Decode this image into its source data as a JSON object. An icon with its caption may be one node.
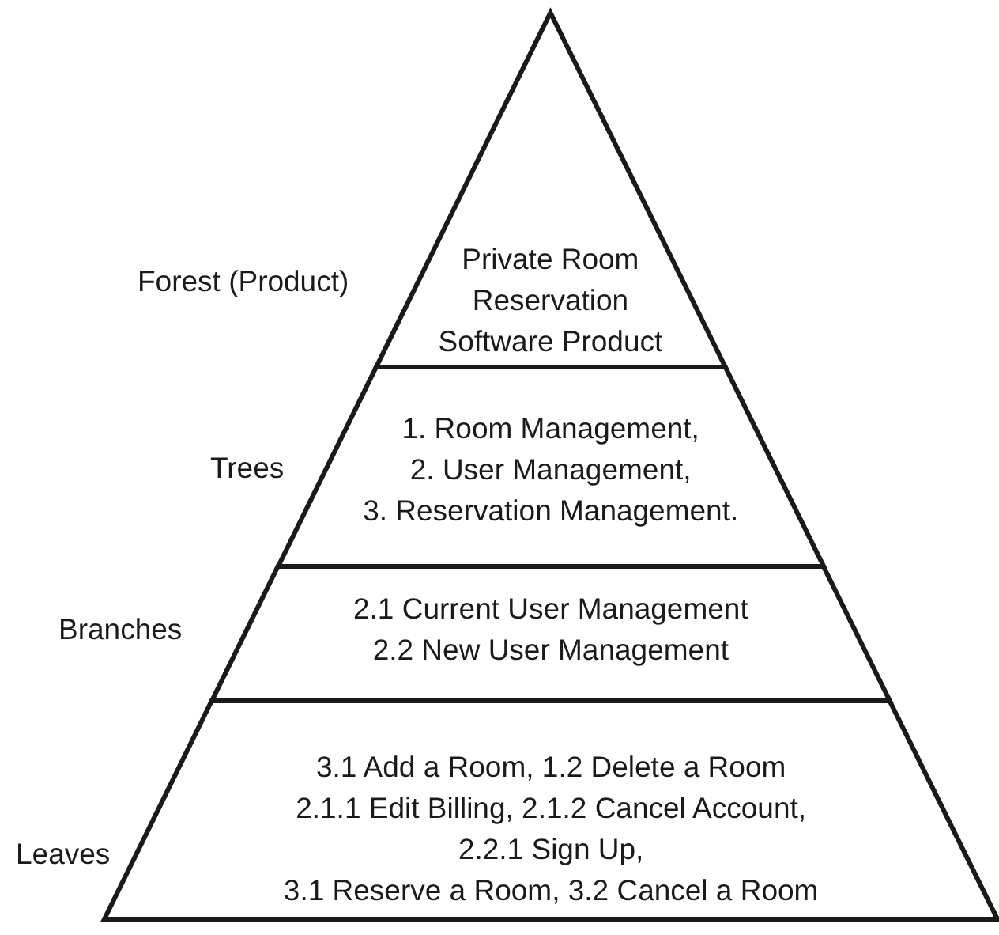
{
  "diagram": {
    "nodes": [
      {
        "text": [
          "Private Room Reservation Software Product"
        ],
        "beside": [
          "Forest (Product)"
        ]
      },
      {
        "text": [
          "1. Room Management, 2. User Management, 3. Reservation Management."
        ],
        "beside": [
          "Trees"
        ]
      },
      {
        "text": [
          "2.1 Current User Management 2.2 New User Management"
        ],
        "beside": [
          "Branches"
        ]
      },
      {
        "text": [
          "3.1 Add a Room, 1.2 Delete a Room 2.1.1 Edit Billing, 2.1.2 Cancel Account, 2.2.1 Sign Up, 3.1 Reserve a Room, 3.2 Cancel a Room"
        ],
        "beside": [
          "Leaves"
        ]
      }
    ]
  }
}
